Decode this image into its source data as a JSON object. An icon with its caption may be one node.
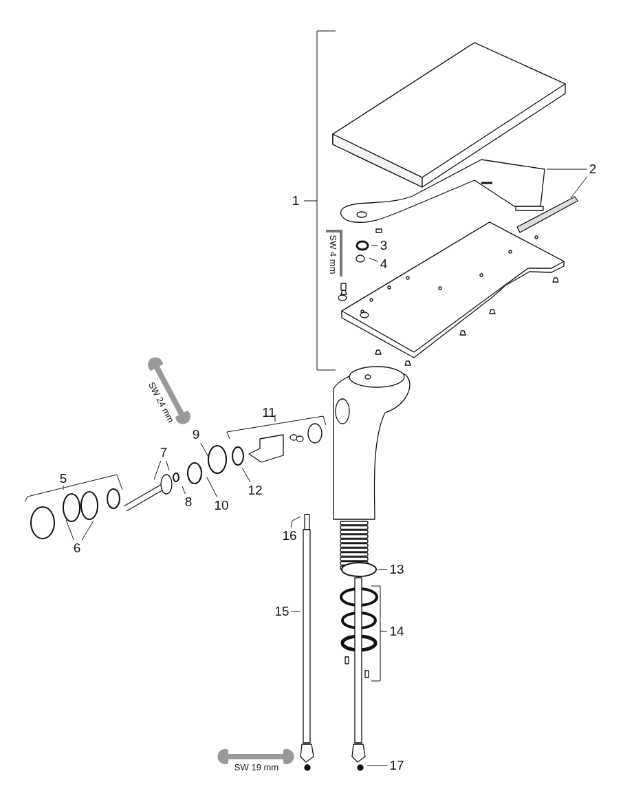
{
  "diagram": {
    "nodes": [
      {
        "text": [
          "2"
        ]
      },
      {
        "text": [
          "3"
        ]
      },
      {
        "text": [
          "4"
        ]
      },
      {
        "text": [
          "6"
        ]
      },
      {
        "text": [
          "7"
        ]
      },
      {
        "text": [
          "8"
        ]
      },
      {
        "text": [
          "9"
        ]
      },
      {
        "text": [
          "10"
        ]
      },
      {
        "text": [
          "12"
        ]
      },
      {
        "text": [
          "13"
        ]
      },
      {
        "text": [
          "15"
        ]
      },
      {
        "text": [
          "16"
        ]
      },
      {
        "text": [
          "17"
        ]
      }
    ],
    "edges": [
      {
        "from": 0,
        "to": null,
        "arrow": "none"
      },
      {
        "from": 0,
        "to": null,
        "arrow": "none"
      },
      {
        "from": 1,
        "to": null,
        "arrow": "none"
      },
      {
        "from": 2,
        "to": null,
        "arrow": "none"
      },
      {
        "from": 3,
        "to": null,
        "arrow": "none"
      },
      {
        "from": 3,
        "to": null,
        "arrow": "none"
      },
      {
        "from": 4,
        "to": null,
        "arrow": "none"
      },
      {
        "from": 4,
        "to": null,
        "arrow": "none"
      },
      {
        "from": 5,
        "to": null,
        "arrow": "none"
      },
      {
        "from": 6,
        "to": null,
        "arrow": "none"
      },
      {
        "from": 7,
        "to": null,
        "arrow": "none"
      },
      {
        "from": 8,
        "to": null,
        "arrow": "none"
      },
      {
        "from": 9,
        "to": null,
        "arrow": "none"
      },
      {
        "from": 10,
        "to": null,
        "arrow": "none"
      },
      {
        "from": 11,
        "to": null,
        "arrow": "none"
      },
      {
        "from": 12,
        "to": null,
        "arrow": "none"
      }
    ],
    "labels": [
      "1",
      "5",
      "11",
      "14",
      "SW 4 mm",
      "SW 24 mm",
      "SW 19 mm"
    ]
  }
}
